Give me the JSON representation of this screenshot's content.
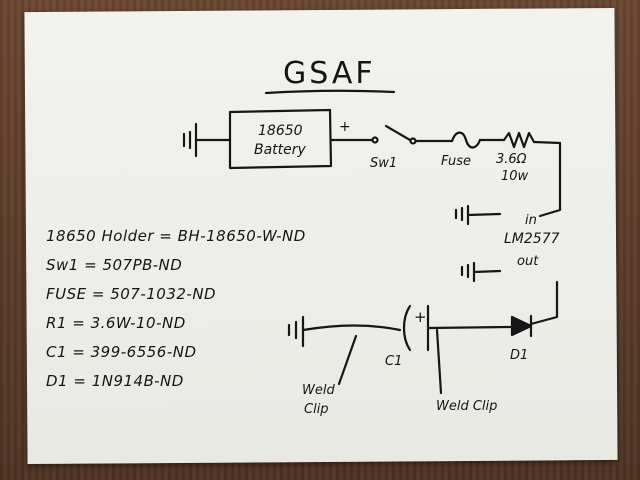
{
  "title": "GSAF",
  "battery": {
    "line1": "18650",
    "line2": "Battery",
    "plus": "+"
  },
  "components": {
    "switch": "Sw1",
    "fuse": "Fuse",
    "resistor_value": "3.6Ω",
    "resistor_power": "10w",
    "regulator": "LM2577",
    "reg_in": "in",
    "reg_out": "out",
    "capacitor": "C1",
    "cap_plus": "+",
    "diode": "D1"
  },
  "weld_clip_left": {
    "line1": "Weld",
    "line2": "Clip"
  },
  "weld_clip_right": "Weld Clip",
  "parts": [
    "18650 Holder = BH-18650-W-ND",
    "Sw1 = 507PB-ND",
    "FUSE = 507-1032-ND",
    "R1 = 3.6W-10-ND",
    "C1 = 399-6556-ND",
    "D1 = 1N914B-ND"
  ]
}
